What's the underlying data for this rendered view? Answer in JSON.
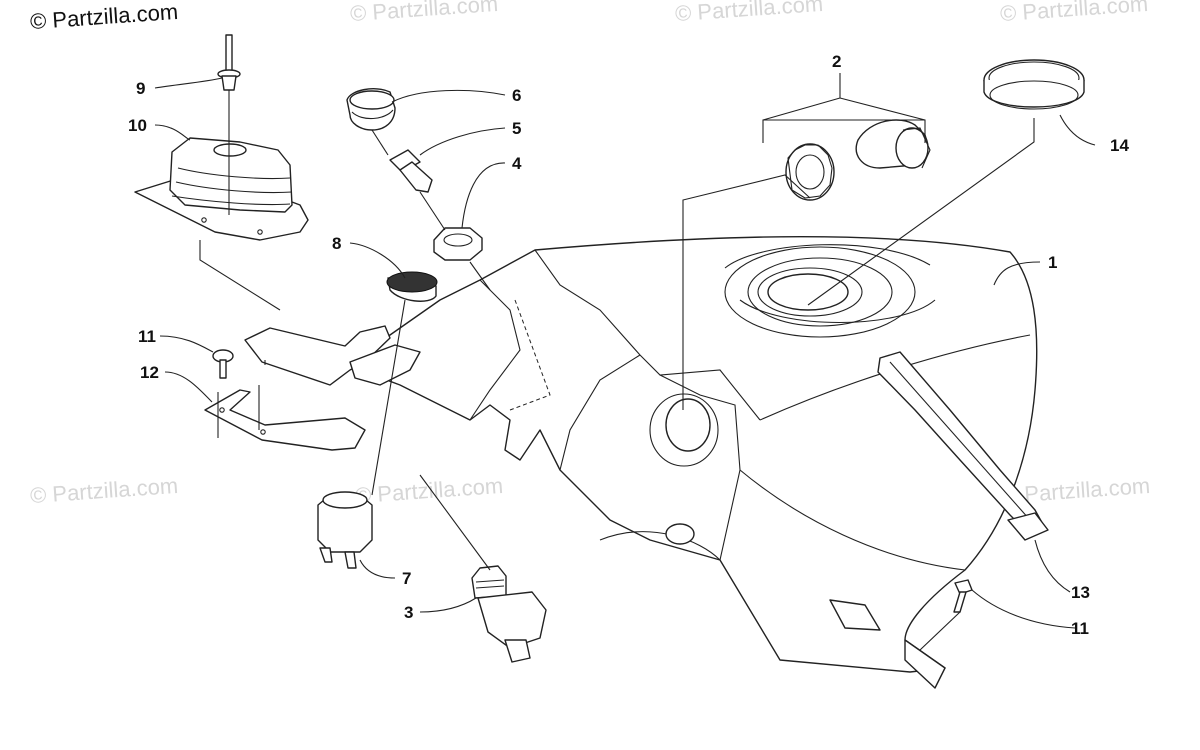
{
  "watermarks": {
    "main": "© Partzilla.com",
    "faint": "© Partzilla.com"
  },
  "callouts": {
    "c1": "1",
    "c2": "2",
    "c3": "3",
    "c4": "4",
    "c5": "5",
    "c6": "6",
    "c7": "7",
    "c8": "8",
    "c9": "9",
    "c10": "10",
    "c11a": "11",
    "c11b": "11",
    "c12": "12",
    "c13": "13",
    "c14": "14"
  }
}
